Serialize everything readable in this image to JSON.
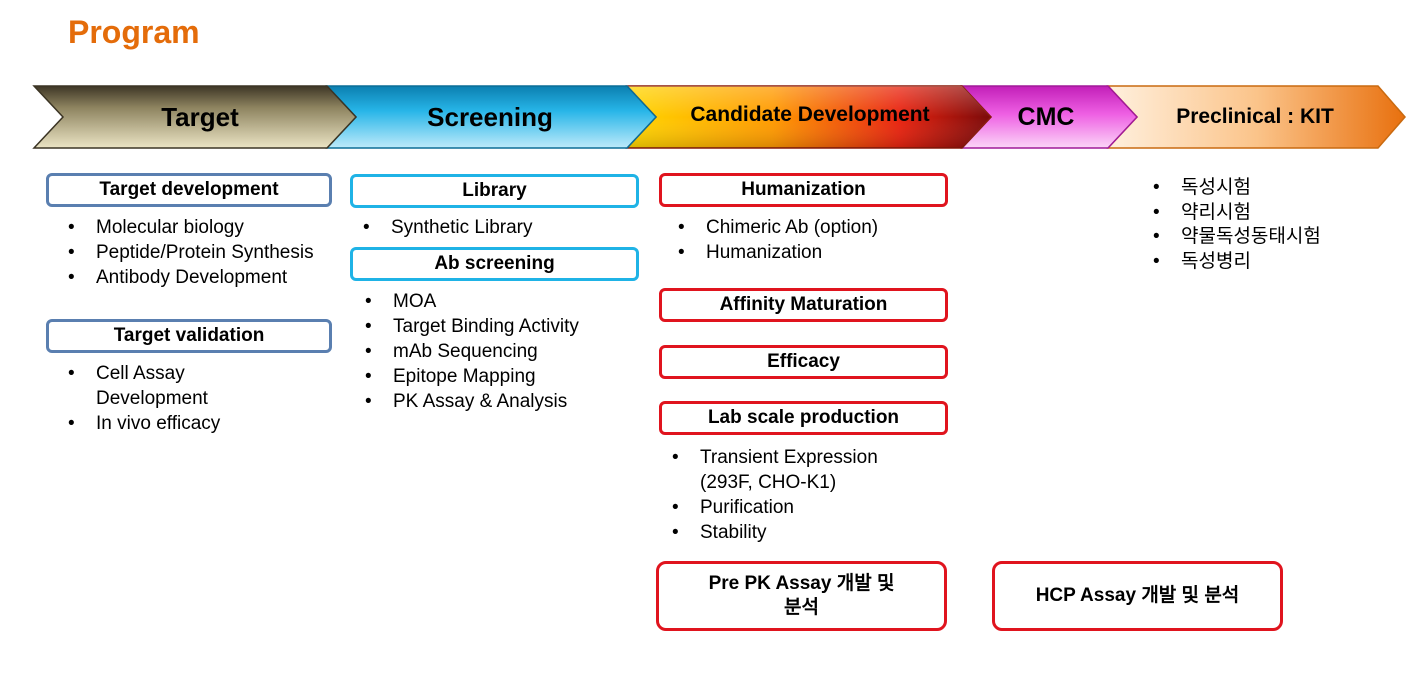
{
  "title": "Program",
  "stages": [
    {
      "label": "Target"
    },
    {
      "label": "Screening"
    },
    {
      "label": "Candidate Development"
    },
    {
      "label": "CMC"
    },
    {
      "label": "Preclinical : KIT"
    }
  ],
  "target": {
    "dev_header": "Target development",
    "dev_items": [
      "Molecular biology",
      "Peptide/Protein Synthesis",
      "Antibody Development"
    ],
    "val_header": "Target validation",
    "val_items": [
      "Cell Assay Development",
      "In vivo efficacy"
    ]
  },
  "screening": {
    "library_header": "Library",
    "library_items": [
      "Synthetic Library"
    ],
    "ab_header": "Ab screening",
    "ab_items": [
      "MOA",
      "Target Binding Activity",
      "mAb Sequencing",
      "Epitope Mapping",
      "PK Assay & Analysis"
    ]
  },
  "candidate": {
    "humanization_header": "Humanization",
    "humanization_items": [
      "Chimeric Ab (option)",
      "Humanization"
    ],
    "affinity_header": "Affinity Maturation",
    "efficacy_header": "Efficacy",
    "lab_header": "Lab scale production",
    "lab_items": [
      "Transient Expression (293F, CHO-K1)",
      "Purification",
      "Stability"
    ],
    "prepk_header": "Pre PK Assay 개발 및 분석"
  },
  "cmc": {
    "hcp_header": "HCP Assay 개발 및 분석"
  },
  "preclinical": {
    "items": [
      "독성시험",
      "약리시험",
      "약물독성동태시험",
      "독성병리"
    ]
  },
  "colors": {
    "title": "#e46c0a",
    "target": "#8b7e57",
    "screening": "#1fb3e6",
    "candidate": "#f7a800",
    "cmc": "#e23fd6",
    "preclinical": "#f08a1c",
    "blue_border": "#5a7fb0",
    "red_border": "#e0141e"
  }
}
